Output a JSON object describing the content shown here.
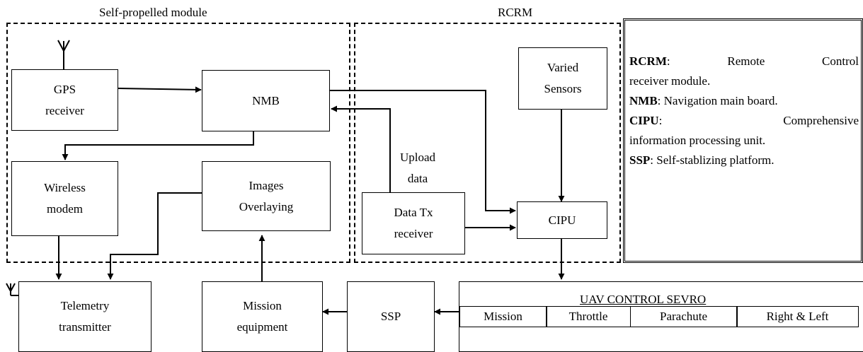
{
  "regions": {
    "self_propelled": "Self-propelled module",
    "rcrm": "RCRM"
  },
  "blocks": {
    "gps": [
      "GPS",
      "receiver"
    ],
    "nmb": [
      "NMB"
    ],
    "wireless": [
      "Wireless",
      "modem"
    ],
    "images": [
      "Images",
      "Overlaying"
    ],
    "sensors": [
      "Varied",
      "Sensors"
    ],
    "data_tx": [
      "Data Tx",
      "receiver"
    ],
    "cipu": [
      "CIPU"
    ],
    "telemetry": [
      "Telemetry",
      "transmitter"
    ],
    "mission_equipment": [
      "Mission",
      "equipment"
    ],
    "ssp": [
      "SSP"
    ]
  },
  "upload_label": [
    "Upload",
    "data"
  ],
  "legend": [
    {
      "term": "RCRM",
      "text": ": Remote Control receiver module."
    },
    {
      "term": "NMB",
      "text": ": Navigation main board."
    },
    {
      "term": "CIPU",
      "text": ": Comprehensive information processing unit."
    },
    {
      "term": "SSP",
      "text": ": Self-stablizing platform."
    }
  ],
  "legend_lines": [
    {
      "justify": true,
      "parts": [
        [
          "b",
          "RCRM"
        ],
        [
          "t",
          ":"
        ],
        [
          "t",
          "Remote"
        ],
        [
          "t",
          "Control"
        ]
      ]
    },
    {
      "justify": false,
      "parts": [
        [
          "t",
          "receiver module."
        ]
      ]
    },
    {
      "justify": false,
      "parts": [
        [
          "b",
          "NMB"
        ],
        [
          "t",
          ": Navigation main board."
        ]
      ]
    },
    {
      "justify": true,
      "parts": [
        [
          "b",
          "CIPU"
        ],
        [
          "t",
          ":"
        ],
        [
          "t",
          "Comprehensive"
        ]
      ]
    },
    {
      "justify": false,
      "parts": [
        [
          "t",
          "information processing unit."
        ]
      ]
    },
    {
      "justify": false,
      "parts": [
        [
          "b",
          "SSP"
        ],
        [
          "t",
          ": Self-stablizing platform."
        ]
      ]
    }
  ],
  "uav_control": {
    "title": "UAV CONTROL SEVRO",
    "cells": [
      "Mission",
      "Throttle",
      "Parachute",
      "Right & Left"
    ]
  }
}
